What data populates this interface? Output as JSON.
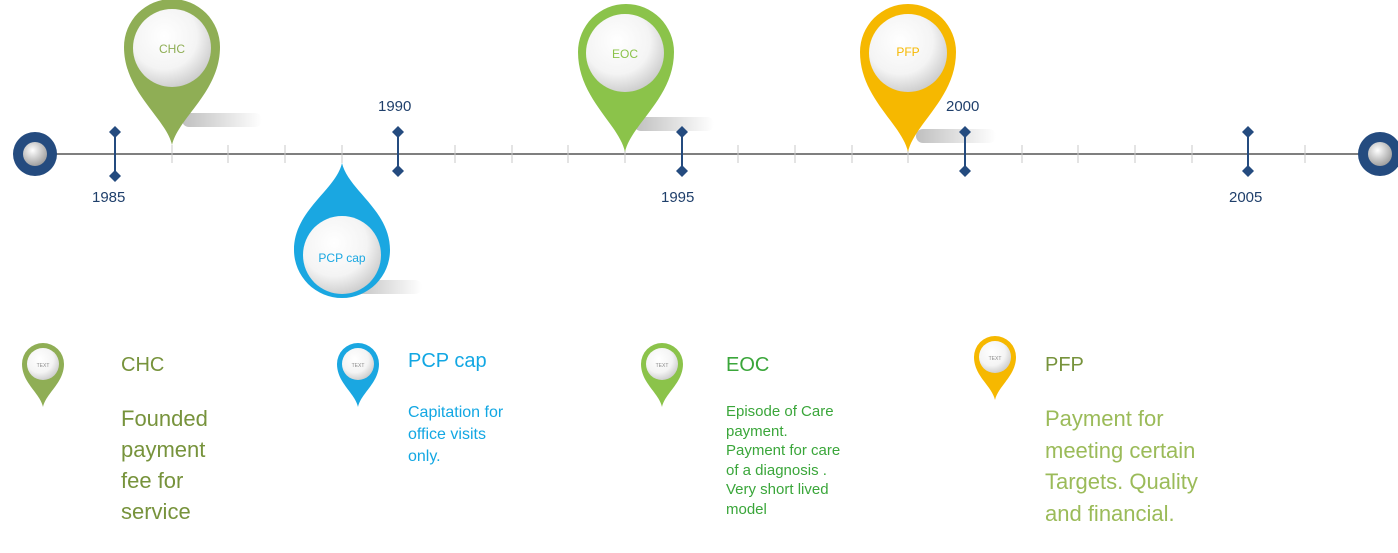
{
  "timeline": {
    "start_year": 1985,
    "end_year": 2005,
    "years": [
      "1985",
      "1990",
      "1995",
      "2000",
      "2005"
    ]
  },
  "colors": {
    "axis": "#7f7f7f",
    "navy": "#244b7f",
    "tick": "#c8c8c8",
    "green_dark": "#8fae55",
    "green": "#8bc34a",
    "blue": "#1aa7e1",
    "yellow": "#f6b800",
    "text_green_dark": "#77933c",
    "text_green": "#3aa63a",
    "text_blue": "#12a7e3",
    "text_yellow": "#9bbb59"
  },
  "pins": [
    {
      "id": "chc",
      "label": "CHC",
      "year": 1986,
      "direction": "down-pointing"
    },
    {
      "id": "pcp",
      "label": "PCP cap",
      "year": 1989,
      "direction": "up-pointing"
    },
    {
      "id": "eoc",
      "label": "EOC",
      "year": 1994,
      "direction": "down-pointing"
    },
    {
      "id": "pfp",
      "label": "PFP",
      "year": 1999,
      "direction": "down-pointing"
    }
  ],
  "legend": [
    {
      "id": "chc",
      "icon_text": "TEXT",
      "title": "CHC",
      "lines": [
        "Founded",
        "payment",
        "fee for",
        "service"
      ]
    },
    {
      "id": "pcp",
      "icon_text": "TEXT",
      "title": "PCP cap",
      "lines": [
        "Capitation for",
        "office visits",
        "only."
      ]
    },
    {
      "id": "eoc",
      "icon_text": "TEXT",
      "title": "EOC",
      "lines": [
        "Episode of Care",
        "payment.",
        "Payment for care",
        "of a diagnosis .",
        "Very short lived",
        "model"
      ]
    },
    {
      "id": "pfp",
      "icon_text": "TEXT",
      "title": "PFP",
      "lines": [
        "Payment for",
        "meeting certain",
        "Targets. Quality",
        "and financial."
      ]
    }
  ]
}
